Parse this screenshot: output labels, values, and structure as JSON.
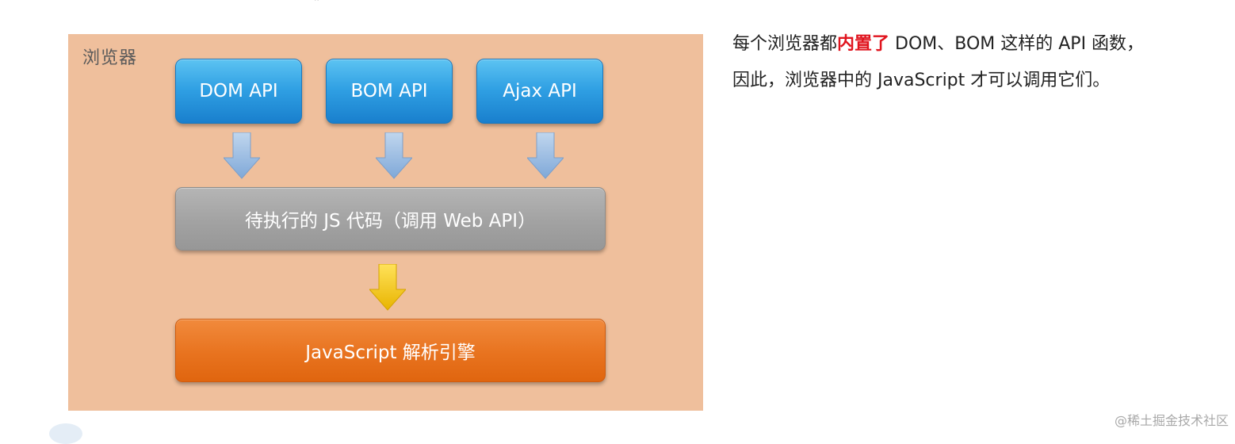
{
  "stray_mark": "̑",
  "diagram": {
    "panel_title": "浏览器",
    "apis": [
      {
        "label": "DOM API"
      },
      {
        "label": "BOM API"
      },
      {
        "label": "Ajax API"
      }
    ],
    "js_code_label": "待执行的 JS 代码（调用 Web API）",
    "engine_label": "JavaScript 解析引擎",
    "colors": {
      "panel_bg": "#efbf9c",
      "api_blue": "#2f9fe3",
      "js_gray": "#a2a2a2",
      "engine_orange": "#e8731f",
      "arrow_blue": "#8fb4dc",
      "arrow_yellow": "#f2c200"
    }
  },
  "description": {
    "before": "每个浏览器都",
    "highlight": "内置了",
    "after": " DOM、BOM 这样的 API 函数，因此，浏览器中的 JavaScript 才可以调用它们。",
    "highlight_color": "#e0141e"
  },
  "watermark": "@稀土掘金技术社区"
}
